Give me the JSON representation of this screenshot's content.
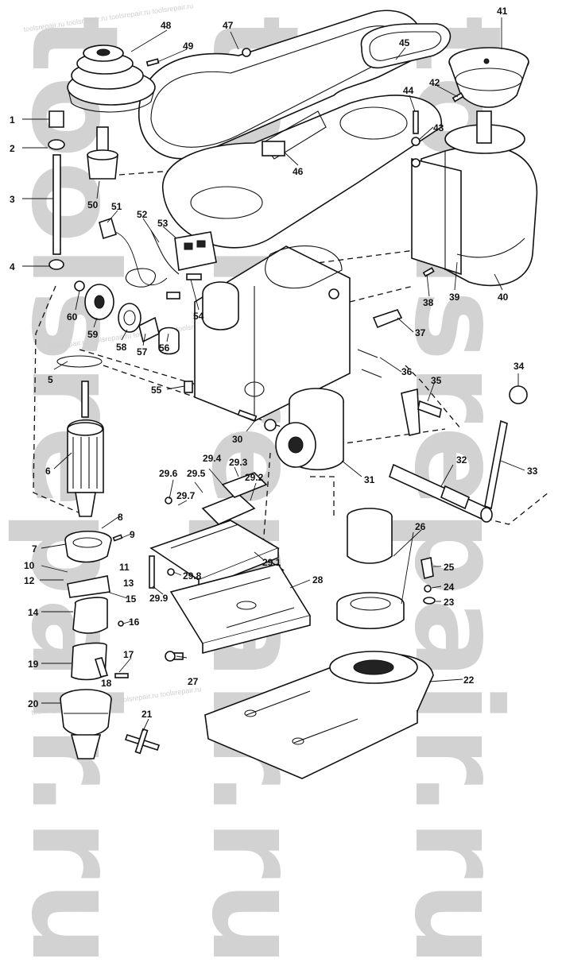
{
  "watermark": {
    "text": "toolsrepair.ru",
    "repeated_lines": [
      "toolsrepair.ru toolsrepair.ru toolsrepair.ru toolsrepair.ru",
      "toolsrepair.ru toolsrepair.ru toolsrepair.ru toolsrepair.ru",
      "toolsrepair.ru toolsrepair.ru toolsrepair.ru toolsrepair.ru"
    ]
  },
  "part_labels": [
    "1",
    "2",
    "3",
    "4",
    "5",
    "6",
    "7",
    "8",
    "9",
    "10",
    "11",
    "12",
    "13",
    "14",
    "15",
    "16",
    "17",
    "18",
    "19",
    "20",
    "21",
    "22",
    "23",
    "24",
    "25",
    "26",
    "27",
    "28",
    "29.1",
    "29.2",
    "29.3",
    "29.4",
    "29.5",
    "29.6",
    "29.7",
    "29.8",
    "29.9",
    "30",
    "31",
    "32",
    "33",
    "34",
    "35",
    "36",
    "37",
    "38",
    "39",
    "40",
    "41",
    "42",
    "43",
    "44",
    "45",
    "46",
    "47",
    "48",
    "49",
    "50",
    "51",
    "52",
    "53",
    "54",
    "55",
    "56",
    "57",
    "58",
    "59",
    "60"
  ]
}
